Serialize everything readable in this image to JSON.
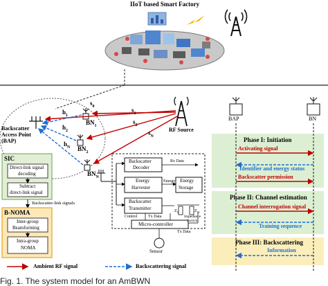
{
  "top": {
    "factory_title": "IIoT based Smart Factory"
  },
  "left": {
    "bap_label": [
      "Backscatter",
      "Access Point",
      "(BAP)"
    ],
    "s0": "s",
    "s0_sub": "0",
    "s1": "s",
    "s1_sub": "1",
    "s2": "s",
    "s2_sub": "2",
    "sN": "s",
    "sN_sub": "N",
    "h1": "h",
    "h1_sub": "1",
    "h2": "h",
    "h2_sub": "2",
    "hN": "h",
    "hN_sub": "N",
    "bn1": "BN",
    "bn1_sub": "1",
    "bn2": "BN",
    "bn2_sub": "2",
    "bnN": "BN",
    "bnN_sub": "N",
    "rf_source": "RF Source",
    "sic": {
      "title": "SIC",
      "item1": [
        "Direct-link signal",
        "decoding"
      ],
      "item2": [
        "Subtract",
        "direct-link signal"
      ]
    },
    "backscatter_link": "Backscatter-link signals",
    "bnoma": {
      "title": "B-NOMA",
      "item1": [
        "Inter-group",
        "Beamforming"
      ],
      "item2": [
        "Intra-group",
        "NOMA"
      ]
    }
  },
  "device": {
    "decoder": [
      "Backscatter",
      "Decoder"
    ],
    "rx_data": "Rx Data",
    "harvester": [
      "Energy",
      "Harvester"
    ],
    "energy": "Energy",
    "storage": [
      "Energy",
      "Storage"
    ],
    "transmitter": [
      "Backscatter",
      "Transmitter"
    ],
    "control": "Control",
    "tx_data_1": "Tx Data",
    "tx_data_2": "Tx Data",
    "z1": "Z",
    "z1_sub": "1",
    "zm": "Z",
    "zm_sub": "m",
    "impedance": [
      "Impedance",
      "Switch"
    ],
    "micro": "Micro-controller",
    "sensor": "Sensor"
  },
  "sequence": {
    "bap": "BAP",
    "bn": "BN",
    "phase1": "Phase I: Initiation",
    "activating": "Activating signal",
    "identifier": "Identifier and energy status",
    "permission": "Backscatter permission",
    "phase2": "Phase II: Channel estimation",
    "interrogation": "Channel interrogation signal",
    "training": "Training sequence",
    "phase3": "Phase III: Backscattering",
    "information": "Information"
  },
  "legend": {
    "ambient": "Ambient RF signal",
    "backscattering": "Backscattering signal"
  },
  "caption": "Fig. 1. The system model for an AmBWN",
  "colors": {
    "red": "#c00000",
    "blue": "#1f6fd0",
    "sic_fill": "#e2eed6",
    "bnoma_fill": "#fce8b8",
    "phase_green": "#dcefd2",
    "phase3_yellow": "#fbeebb"
  }
}
